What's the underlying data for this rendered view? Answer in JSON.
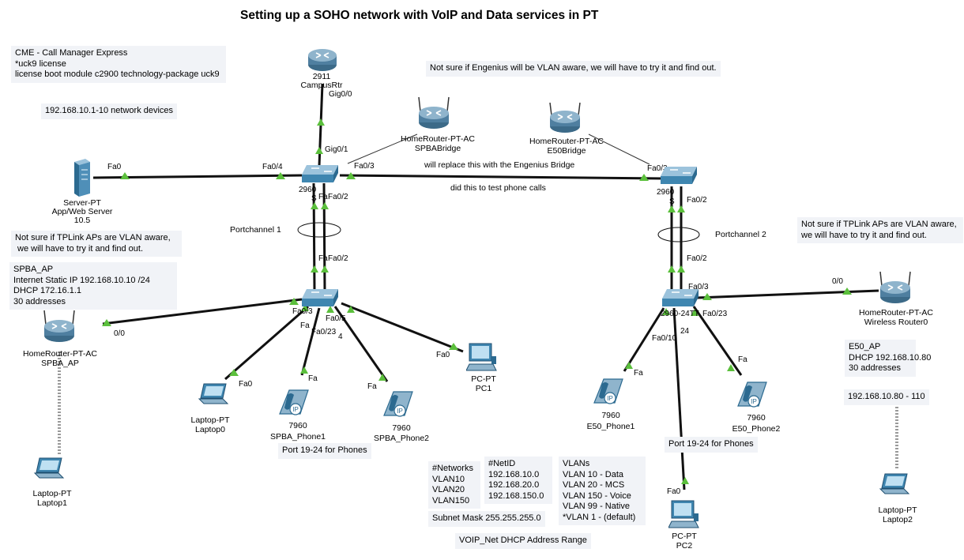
{
  "title": "Setting up a SOHO network with VoIP and Data services in PT",
  "notes": {
    "cme": "CME - Call Manager Express\n*uck9 license\nlicense boot module c2900 technology-package uck9",
    "network_devices": "192.168.10.1-10 network devices",
    "engenius": "Not sure if Engenius will be VLAN aware, we will have to try it and find out.",
    "tplink_left": "Not sure if TPLink APs are VLAN aware,\n we will have to try it and find out.",
    "tplink_right": "Not sure if TPLink APs are VLAN aware,\nwe will have to try it and find out.",
    "spba_ap": "SPBA_AP\nInternet Static IP 192.168.10.10 /24\nDHCP 172.16.1.1\n30 addresses",
    "e50_ap": "E50_AP\nDHCP 192.168.10.80\n30 addresses",
    "e50_range": "192.168.10.80 - 110",
    "networks": "#Networks\nVLAN10\nVLAN20\nVLAN150",
    "netid": "#NetID\n192.168.10.0\n192.168.20.0\n192.168.150.0",
    "vlans": "VLANs\nVLAN 10 - Data\nVLAN 20 - MCS\nVLAN 150 - Voice\nVLAN 99 - Native\n*VLAN 1 - (default)",
    "subnet": "Subnet Mask 255.255.255.0",
    "voip_range": "VOIP_Net DHCP Address Range",
    "replace_bridge": "will replace this with the Engenius Bridge",
    "test_calls": "did this to test phone calls",
    "portchannel1": "Portchannel 1",
    "portchannel2": "Portchannel 2",
    "phone_ports_left": "Port 19-24 for Phones",
    "phone_ports_right": "Port 19-24 for Phones"
  },
  "devices": {
    "campus_rtr": {
      "model": "2911",
      "name": "CampusRtr"
    },
    "server": {
      "model": "Server-PT",
      "name": "App/Web Server",
      "extra": "10.5"
    },
    "spba_bridge": {
      "model": "HomeRouter-PT-AC",
      "name": "SPBABridge"
    },
    "e50_bridge": {
      "model": "HomeRouter-PT-AC",
      "name": "E50Bridge"
    },
    "sw_core_left": {
      "model": "2960",
      "name": "S"
    },
    "sw_core_right": {
      "model": "2960",
      "name": "S"
    },
    "sw_access_left": {
      "model": "",
      "name": ""
    },
    "sw_access_right": {
      "model": "2960-24TT",
      "name": ""
    },
    "spba_ap": {
      "model": "HomeRouter-PT-AC",
      "name": "SPBA_AP"
    },
    "wireless_router0": {
      "model": "HomeRouter-PT-AC",
      "name": "Wireless Router0"
    },
    "laptop0": {
      "model": "Laptop-PT",
      "name": "Laptop0"
    },
    "laptop1": {
      "model": "Laptop-PT",
      "name": "Laptop1"
    },
    "laptop2": {
      "model": "Laptop-PT",
      "name": "Laptop2"
    },
    "spba_phone1": {
      "model": "7960",
      "name": "SPBA_Phone1"
    },
    "spba_phone2": {
      "model": "7960",
      "name": "SPBA_Phone2"
    },
    "e50_phone1": {
      "model": "7960",
      "name": "E50_Phone1"
    },
    "e50_phone2": {
      "model": "7960",
      "name": "E50_Phone2"
    },
    "pc1": {
      "model": "PC-PT",
      "name": "PC1"
    },
    "pc2": {
      "model": "PC-PT",
      "name": "PC2"
    }
  },
  "ports": {
    "gig00": "Gig0/0",
    "gig01": "Gig0/1",
    "server_fa0": "Fa0",
    "left_fa04": "Fa0/4",
    "left_fa03": "Fa0/3",
    "left_fa02_top": "Fa0/2",
    "left_fa01_top": "Fa",
    "left_fa02_bot": "Fa0/2",
    "left_fa01_bot": "Fa",
    "right_fa03": "Fa0/3",
    "right_fa02_top": "Fa0/2",
    "right_fa02_bot": "Fa0/2",
    "right_fa03_bot": "Fa0/3",
    "acc_left_fa03": "Fa0/3",
    "acc_left_fa05": "Fa0/5",
    "acc_left_fa23": "Fa0/23",
    "acc_left_fa": "Fa",
    "acc_left_24": "4",
    "spba_ap_00": "0/0",
    "laptop0_fa0": "Fa0",
    "phone1_fa": "Fa",
    "phone2_fa": "Fa",
    "pc1_fa0": "Fa0",
    "acc_right_fa10": "Fa0/10",
    "acc_right_fa23": "Fa0/23",
    "acc_right_24": "24",
    "wr0_00": "0/0",
    "e50phone1_fa": "Fa",
    "e50phone2_fa": "Fa",
    "pc2_fa0": "Fa0"
  },
  "colors": {
    "link": "#111111",
    "wireless": "#9a9a9a",
    "port_up": "#5bbf3c",
    "router": "#4f7fa0",
    "switch": "#3f86b0",
    "note_bg": "#f1f3f7"
  },
  "icons": {
    "router": "router-icon",
    "switch": "switch-icon",
    "server": "server-icon",
    "laptop": "laptop-icon",
    "phone": "ip-phone-icon",
    "pc": "pc-icon"
  }
}
